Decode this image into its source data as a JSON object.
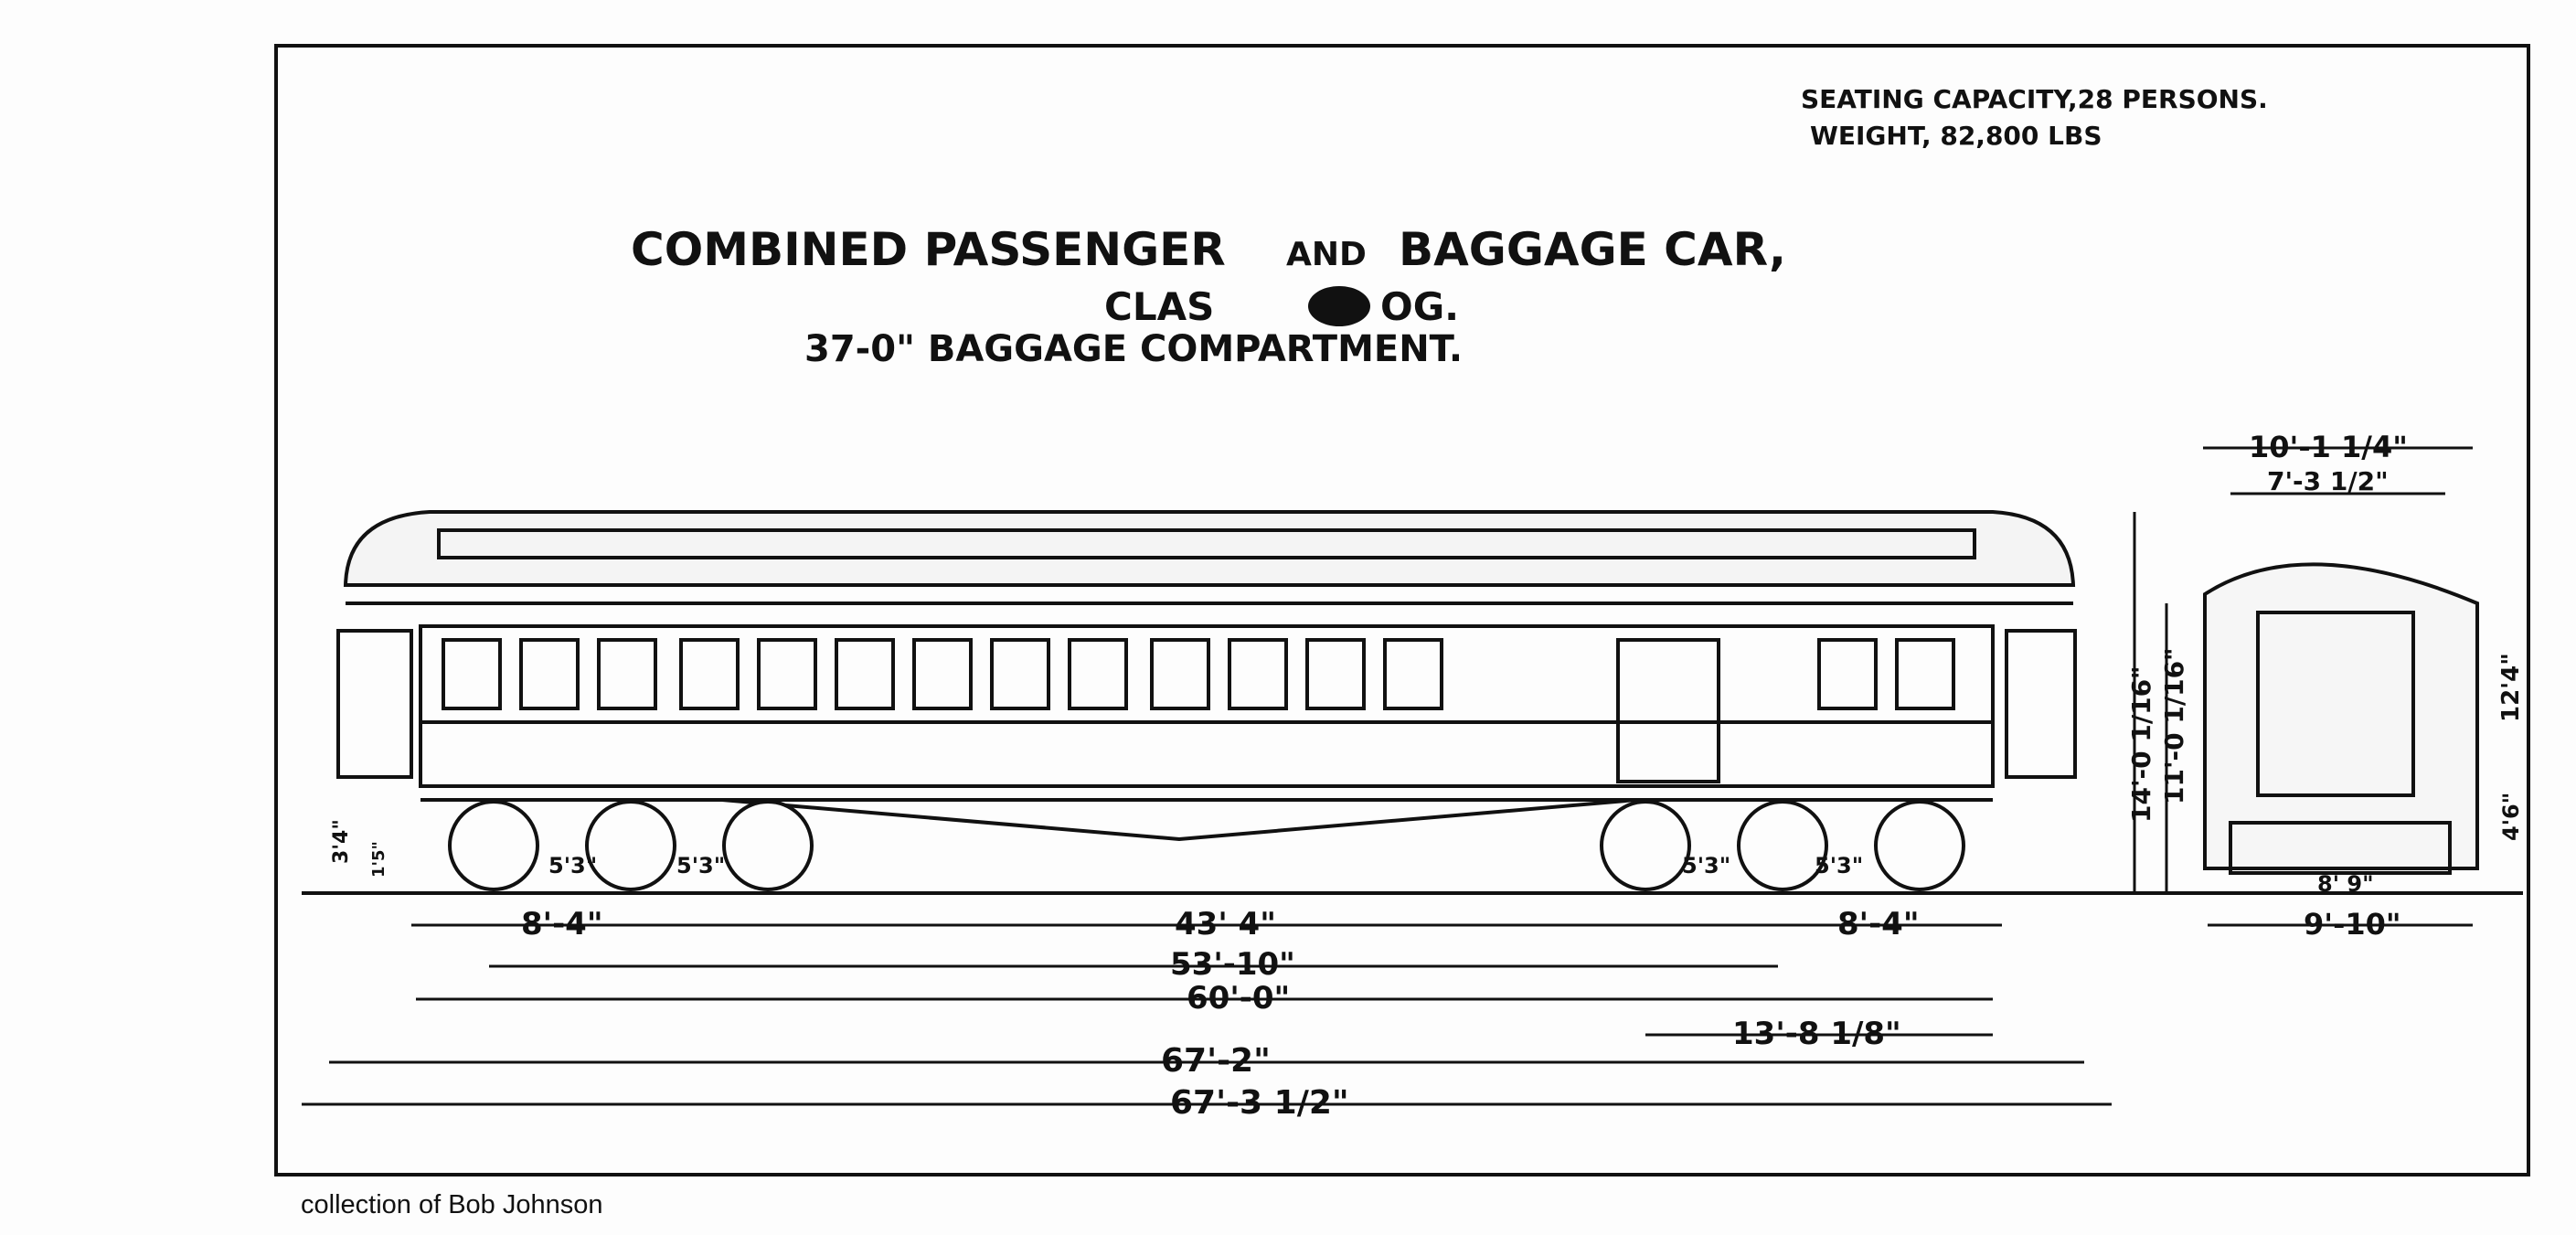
{
  "title": {
    "line1a": "COMBINED PASSENGER",
    "line1b": "AND",
    "line1c": "BAGGAGE CAR,",
    "line2": "CLAS",
    "line2b": "OG.",
    "line3": "37-0\" BAGGAGE COMPARTMENT."
  },
  "specs": {
    "seating": "SEATING CAPACITY,28 PERSONS.",
    "weight": "WEIGHT, 82,800 LBS"
  },
  "dimensions": {
    "truck_left": "8'-4\"",
    "centers": "43' 4\"",
    "truck_right": "8'-4\"",
    "over_trucks": "53'-10\"",
    "body": "60'-0\"",
    "baggage": "13'-8 1/8\"",
    "over_platforms": "67'-2\"",
    "overall": "67'-3 1/2\"",
    "wheel_base_a": "5'3\"",
    "wheel_base_b": "5'3\"",
    "wheel_base_c": "5'3\"",
    "wheel_base_d": "5'3\"",
    "height_total": "14'-0 1/16\"",
    "height_body": "11'-0 1/16\"",
    "end_height": "12'4\"",
    "end_lower": "4'6\"",
    "roof_width": "10'-1 1/4\"",
    "clerestory_width": "7'-3 1/2\"",
    "end_width": "9'-10\"",
    "track_gauge": "8' 9\"",
    "coupler_height": "3'4\"",
    "step_height": "1'5\""
  },
  "credit": "collection of Bob Johnson"
}
